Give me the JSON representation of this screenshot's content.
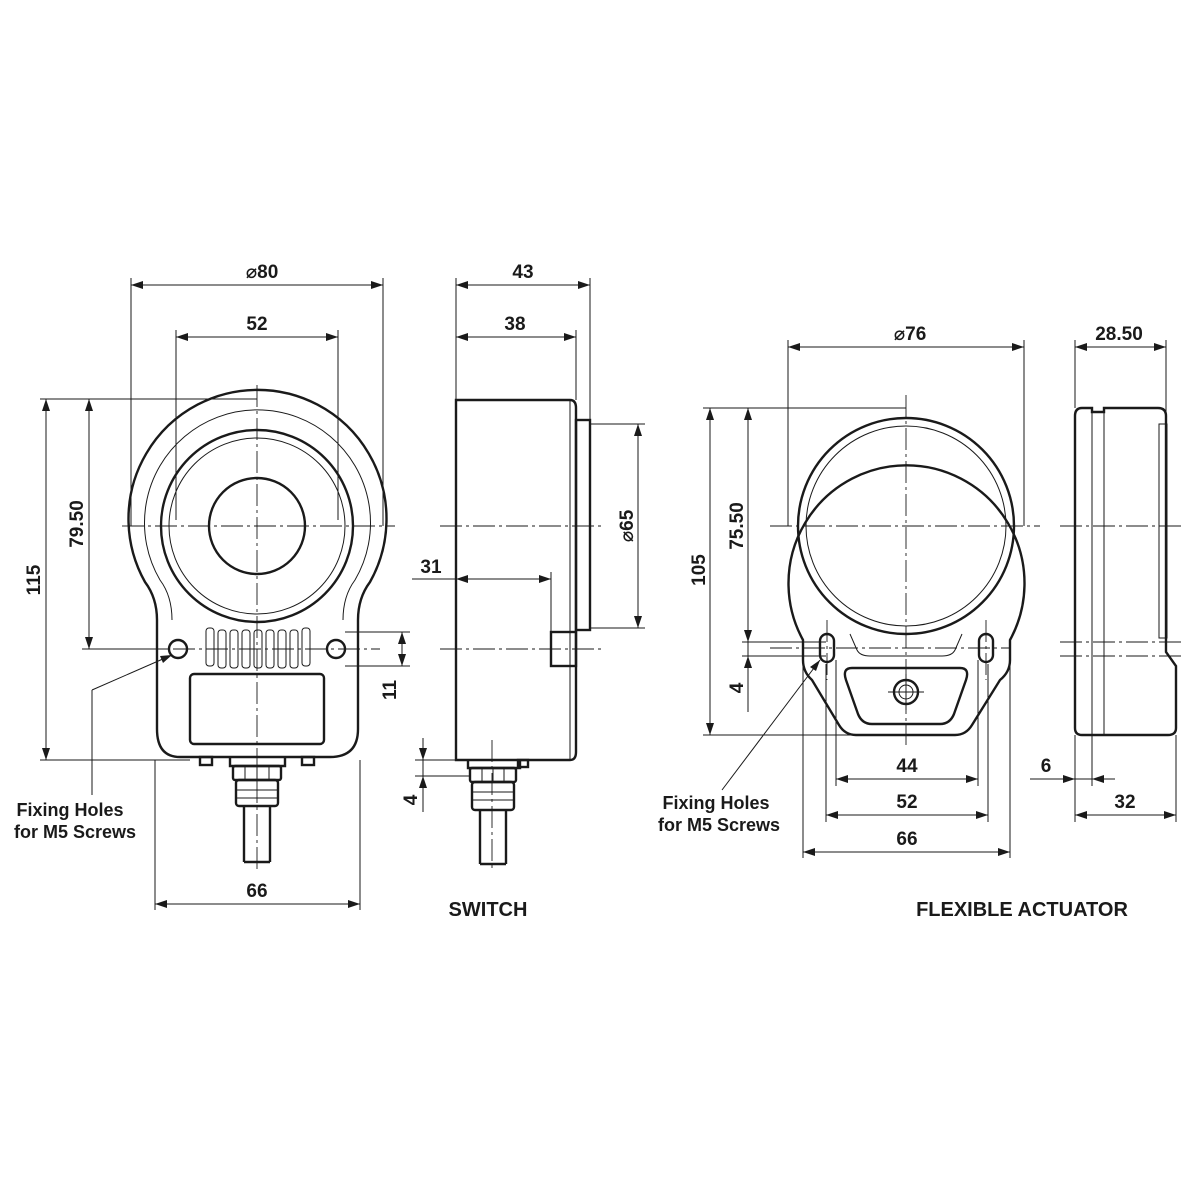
{
  "switch": {
    "front": {
      "dia_outer": "80",
      "width_52": "52",
      "height_115": "115",
      "height_7950": "79.50",
      "dim_11": "11",
      "width_66": "66",
      "fixing_note_line1": "Fixing Holes",
      "fixing_note_line2": "for M5 Screws"
    },
    "side": {
      "depth_43": "43",
      "depth_38": "38",
      "depth_31": "31",
      "dia_65": "65",
      "dim_4": "4"
    },
    "title": "SWITCH"
  },
  "actuator": {
    "front": {
      "dia_76": "76",
      "height_105": "105",
      "height_7550": "75.50",
      "dim_4": "4",
      "width_44": "44",
      "width_52": "52",
      "width_66": "66",
      "fixing_note_line1": "Fixing Holes",
      "fixing_note_line2": "for M5 Screws"
    },
    "side": {
      "depth_2850": "28.50",
      "dim_6": "6",
      "depth_32": "32"
    },
    "title": "FLEXIBLE ACTUATOR"
  },
  "symbols": {
    "diameter": "⌀"
  }
}
